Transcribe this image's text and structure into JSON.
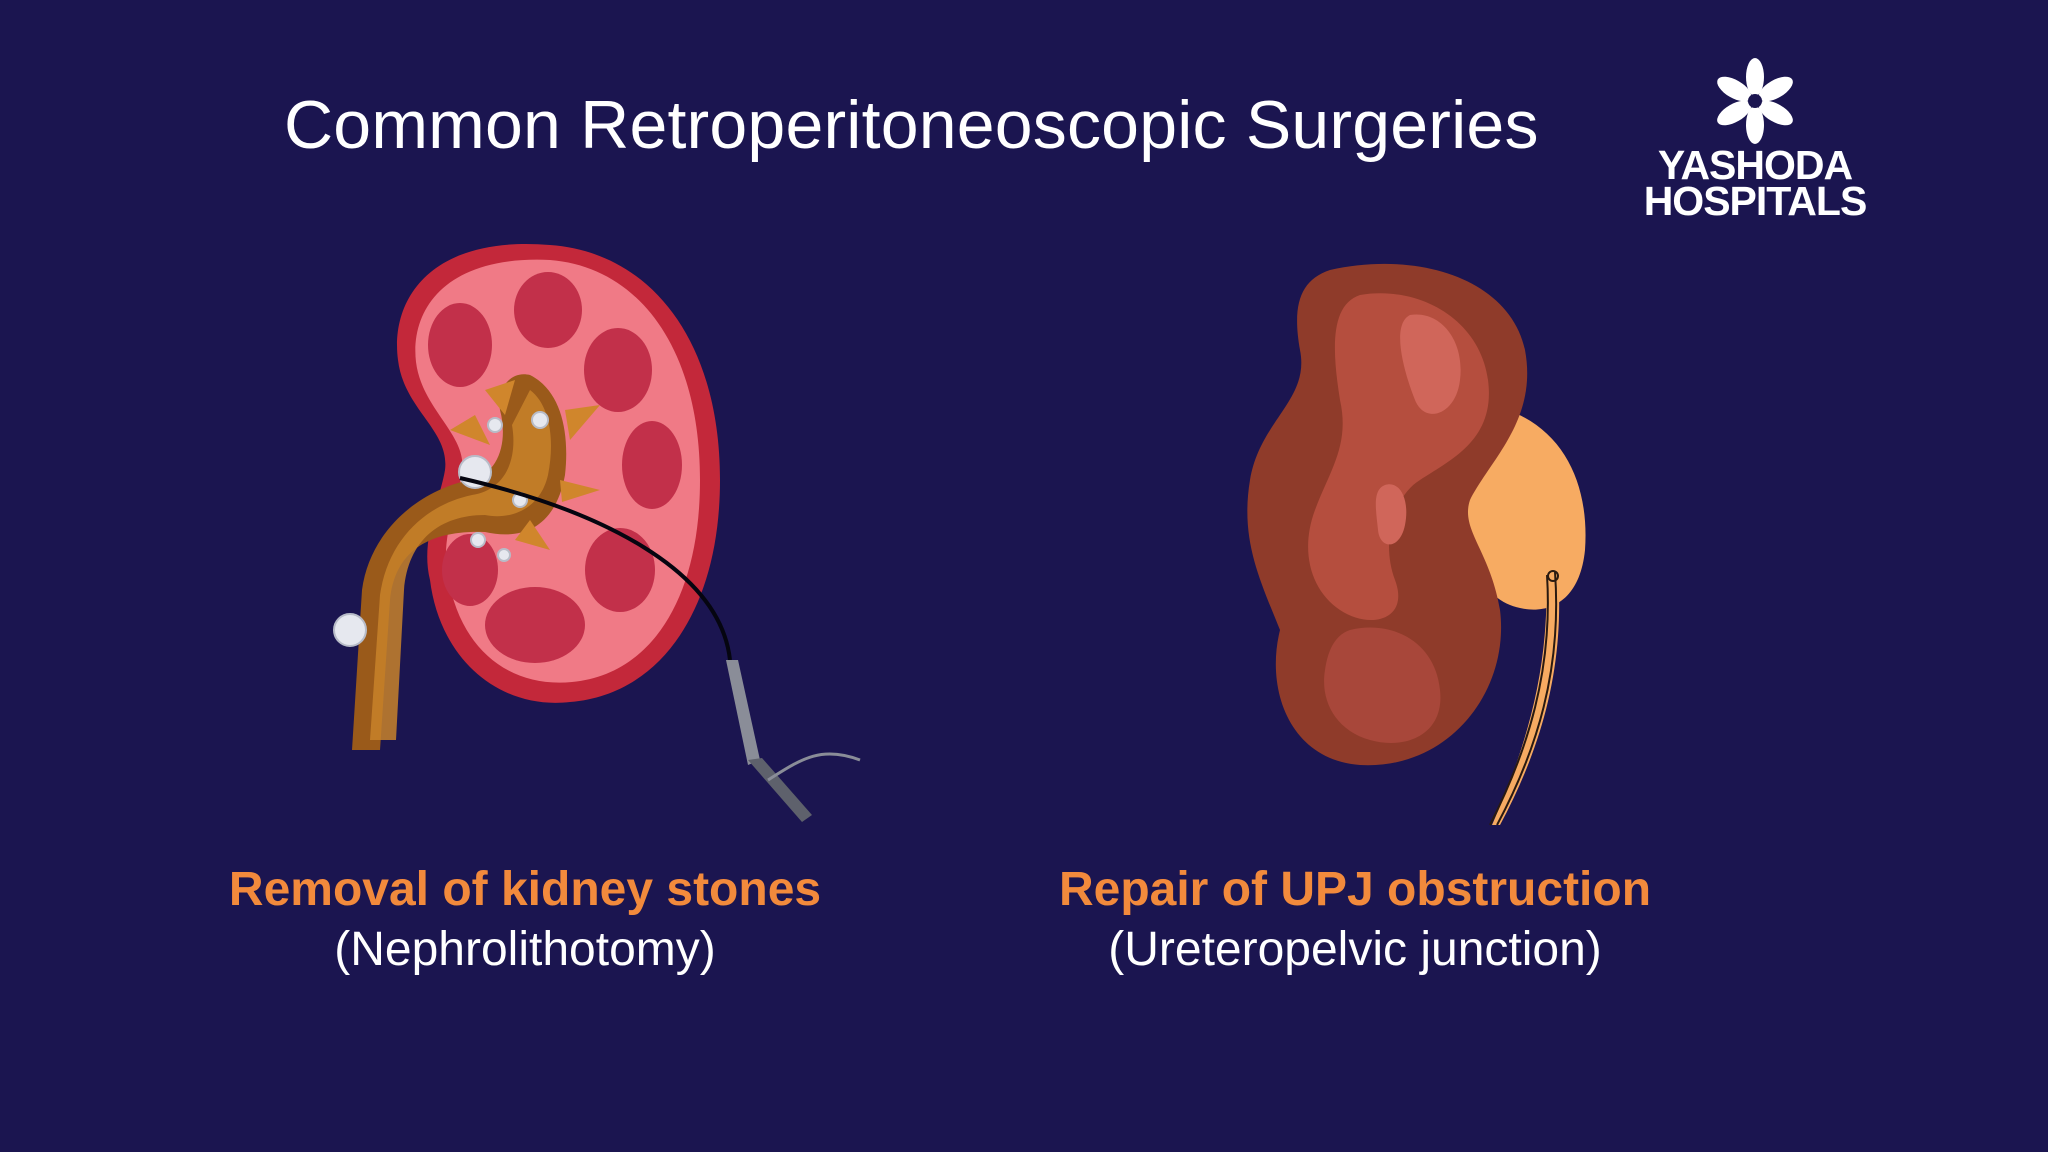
{
  "slide": {
    "title": "Common Retroperitoneoscopic Surgeries"
  },
  "logo": {
    "line1": "YASHODA",
    "line2": "HOSPITALS",
    "icon": "flower-icon"
  },
  "panels": [
    {
      "heading": "Removal of kidney stones",
      "subheading": "(Nephrolithotomy)",
      "illustration": "kidney-stone-cross-section"
    },
    {
      "heading": "Repair of UPJ obstruction",
      "subheading": "(Ureteropelvic junction)",
      "illustration": "kidney-upj-obstruction"
    }
  ],
  "colors": {
    "background": "#1b1550",
    "accent": "#f28a3c",
    "text": "#ffffff"
  }
}
